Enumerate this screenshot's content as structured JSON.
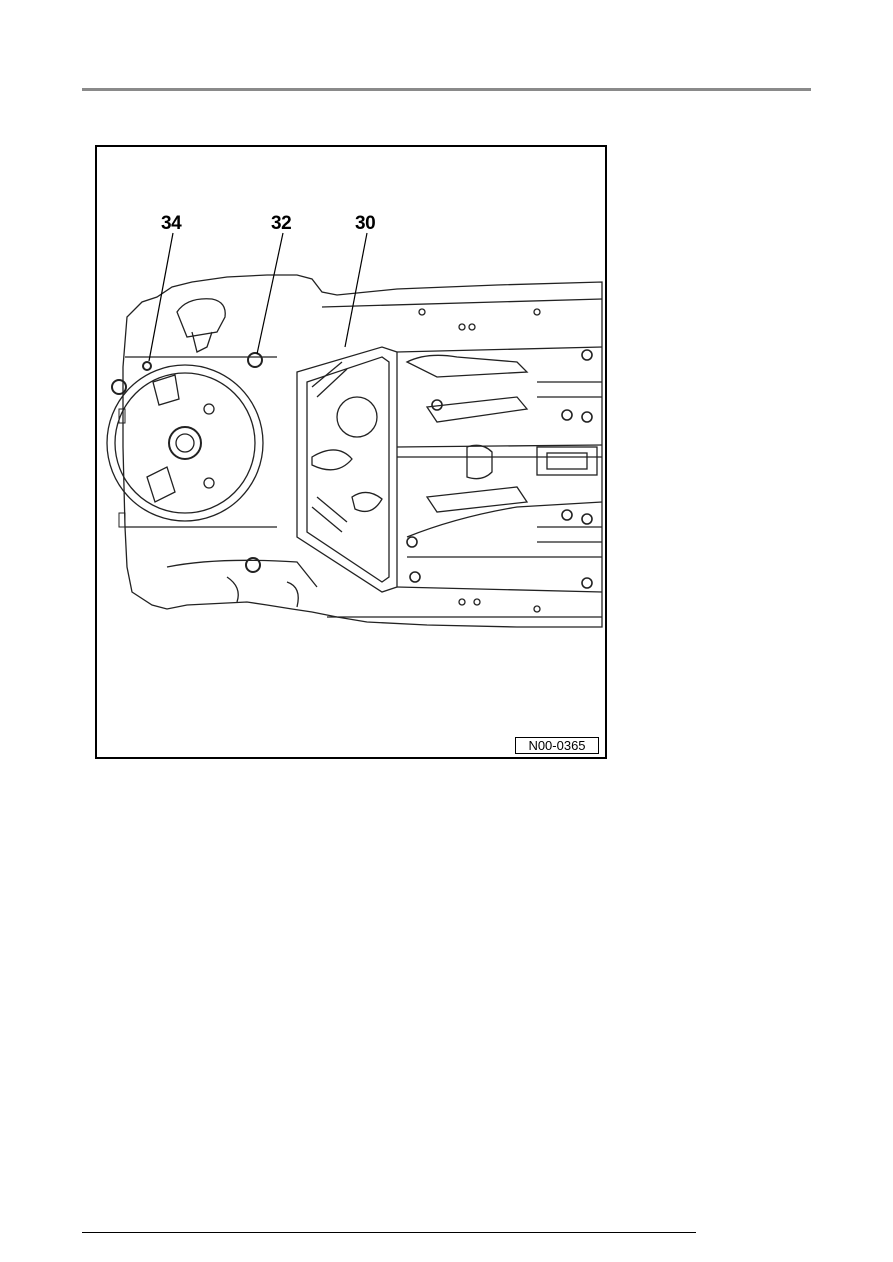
{
  "figure": {
    "callouts": {
      "c34": "34",
      "c32": "32",
      "c30": "30"
    },
    "figure_id": "N00-0365"
  }
}
